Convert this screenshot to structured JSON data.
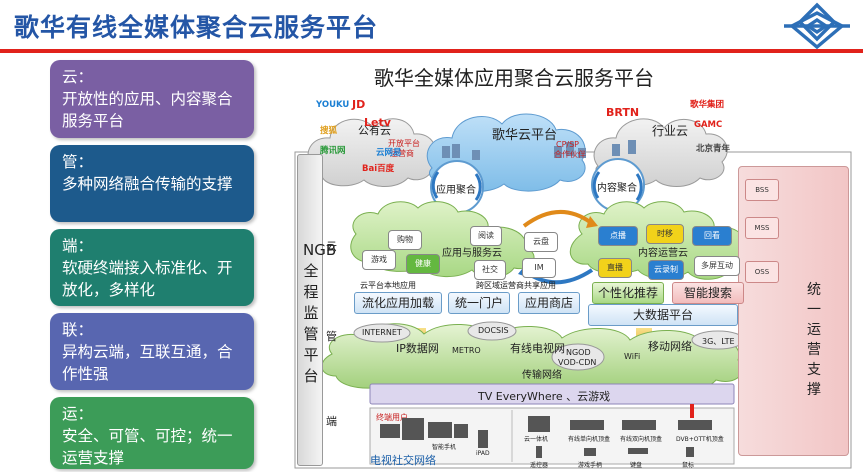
{
  "header": {
    "title": "歌华有线全媒体聚合云服务平台"
  },
  "side_cards": [
    {
      "head": "云：",
      "body": "开放性的应用、内容聚合服务平台"
    },
    {
      "head": "管：",
      "body": "多种网络融合传输的支撑"
    },
    {
      "head": "端：",
      "body": "软硬终端接入标准化、开放化，多样化"
    },
    {
      "head": "联：",
      "body": "异构云端，互联互通，合作性强"
    },
    {
      "head": "运：",
      "body": "安全、可管、可控；统一运营支撑"
    }
  ],
  "diagram": {
    "title": "歌华全媒体应用聚合云服务平台",
    "cloud_center": "歌华云平台",
    "public_cloud": "公有云",
    "industry_cloud": "行业云",
    "app_agg": "应用聚合",
    "content_agg": "内容聚合",
    "cp_sp": "CP/SP",
    "cp_sp_2": "合作伙伴",
    "left_open": "开放平台",
    "left_open_2": "运营商",
    "app_service_cloud": "应用与服务云",
    "content_ops_cloud": "内容运营云",
    "app_chips": [
      "购物",
      "游戏",
      "健康",
      "阅读",
      "社交",
      "云盘",
      "IM"
    ],
    "content_chips": [
      "点播",
      "时移",
      "回看",
      "直播",
      "云录制",
      "多屏互动"
    ],
    "cloud_local": "云平台本地应用",
    "cross_domain": "跨区域运营商共享应用",
    "bars": {
      "flow_app": "流化应用加载",
      "portal": "统一门户",
      "store": "应用商店",
      "personal": "个性化推荐",
      "search": "智能搜索",
      "bigdata": "大数据平台",
      "tv_everywhere": "TV EveryWhere 、云游戏"
    },
    "network": {
      "internet": "INTERNET",
      "ip": "IP数据网",
      "docsis": "DOCSIS",
      "metro": "METRO",
      "cable": "有线电视网",
      "ngod": "NGOD",
      "ngod_2": "VOD-CDN",
      "wifi": "WiFi",
      "mobile": "移动网络",
      "gen": "3G、LTE",
      "transport": "传输网络"
    },
    "left_vertical": "NGB全程监管平台",
    "left_labels": [
      "云",
      "管",
      "端"
    ],
    "right_vertical": "统一运营支撑",
    "right_buttons": [
      "BSS",
      "MSS",
      "OSS"
    ],
    "brands": [
      "YOUKU优酷",
      "JD.com京东",
      "LeTV乐视",
      "搜狐",
      "腾讯网",
      "云网易",
      "Bai百度",
      "BRTN",
      "歌华集团",
      "GAMC",
      "北京青年"
    ],
    "social_users": "终端用户",
    "social_label": "电视社交网络",
    "devices": [
      "智能手机",
      "iPAD",
      "云一体机",
      "有线单向机顶盒",
      "有线双向机顶盒",
      "DVB+OTT机顶盒"
    ],
    "device_labels_2": [
      "遥控器",
      "游戏手柄",
      "键盘",
      "鼠标"
    ]
  }
}
